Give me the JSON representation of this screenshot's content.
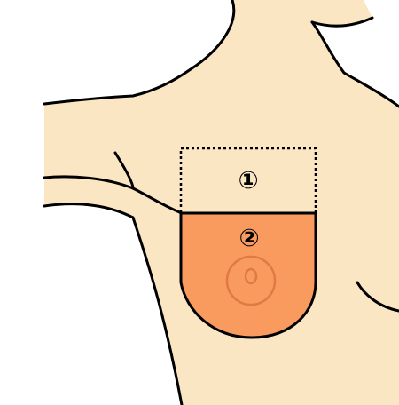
{
  "regions": [
    {
      "label": "①",
      "style": "dotted outline, unfilled"
    },
    {
      "label": "②",
      "style": "filled"
    }
  ],
  "colors": {
    "skin": "#FBE6C4",
    "highlight": "#F99A5E",
    "areola_ring": "#E07A43",
    "outline": "#000000"
  }
}
